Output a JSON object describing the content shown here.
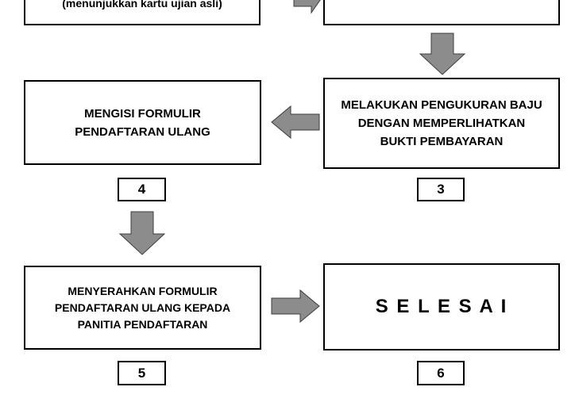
{
  "steps": [
    {
      "text": "(menunjukkan kartu ujian asli)"
    },
    {
      "text": ""
    },
    {
      "text": "MELAKUKAN PENGUKURAN BAJU DENGAN MEMPERLIHATKAN BUKTI PEMBAYARAN",
      "number": "3"
    },
    {
      "text": "MENGISI FORMULIR PENDAFTARAN ULANG",
      "number": "4"
    },
    {
      "text": "MENYERAHKAN FORMULIR PENDAFTARAN ULANG KEPADA PANITIA PENDAFTARAN",
      "number": "5"
    },
    {
      "text": "S E L E S A I",
      "number": "6"
    }
  ],
  "colors": {
    "arrow_fill": "#8c8c8c",
    "arrow_stroke": "#3c3c3c",
    "border": "#000000"
  }
}
